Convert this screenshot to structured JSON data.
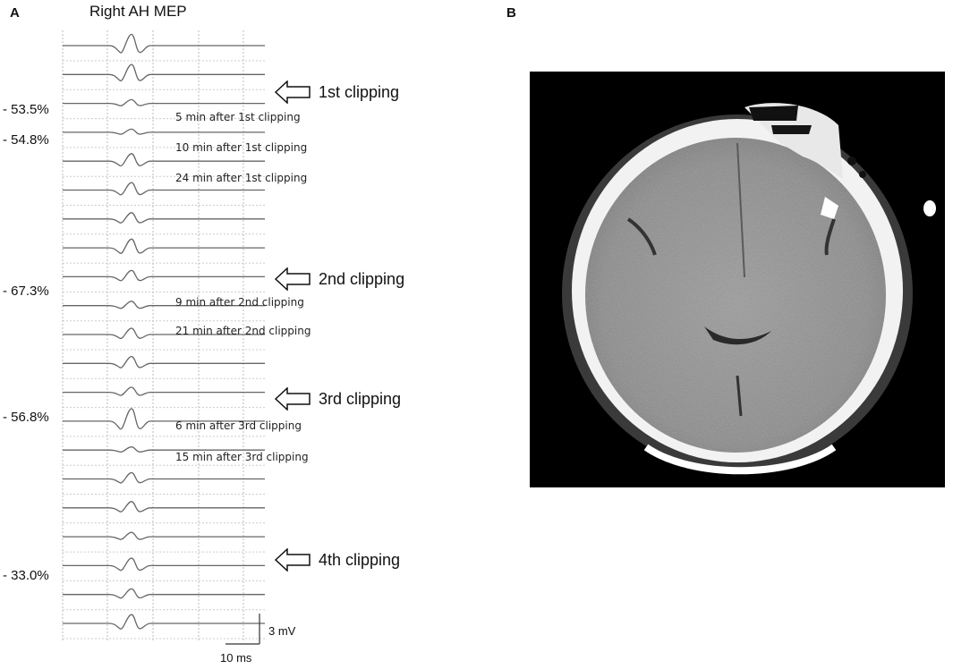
{
  "panel_a": {
    "letter": "A",
    "title": "Right AH MEP",
    "percent_labels": [
      "- 53.5%",
      "- 54.8%",
      "- 67.3%",
      "- 56.8%",
      "- 33.0%"
    ],
    "notes": [
      "5 min after 1st clipping",
      "10 min after 1st clipping",
      "24 min after 1st clipping",
      "9 min after 2nd clipping",
      "21 min after 2nd clipping",
      "6 min after 3rd clipping",
      "15 min after 3rd clipping"
    ],
    "clippings": [
      "1st clipping",
      "2nd clipping",
      "3rd clipping",
      "4th clipping"
    ],
    "scale_amplitude": "3 mV",
    "scale_time": "10 ms",
    "trace_amplitudes": [
      0.9,
      0.8,
      0.3,
      0.25,
      0.6,
      0.6,
      0.5,
      0.7,
      0.5,
      0.35,
      0.5,
      0.55,
      0.4,
      1.0,
      0.25,
      0.5,
      0.5,
      0.35,
      0.6,
      0.45,
      0.7
    ]
  },
  "panel_b": {
    "letter": "B",
    "image_description_icon": "brain-ct-scan-icon"
  }
}
